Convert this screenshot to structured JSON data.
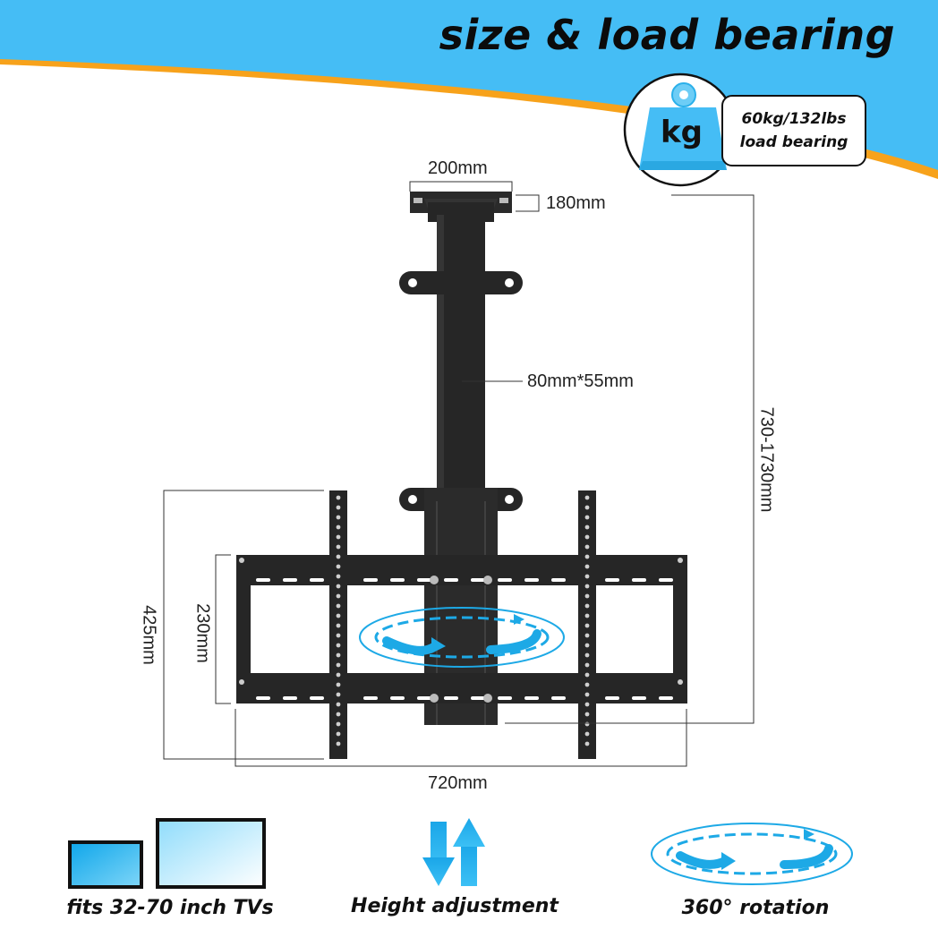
{
  "header": {
    "title": "size & load bearing",
    "load_icon_text": "kg",
    "load_line1": "60kg/132lbs",
    "load_line2": "load bearing"
  },
  "dimensions": {
    "plate_width": "200mm",
    "plate_depth": "180mm",
    "pole_section": "80mm*55mm",
    "height_range": "730-1730mm",
    "bracket_height": "425mm",
    "frame_height": "230mm",
    "frame_width": "720mm"
  },
  "features": [
    {
      "label": "fits 32-70 inch TVs",
      "icon": "tv-size-icon"
    },
    {
      "label": "Height adjustment",
      "icon": "height-arrows-icon"
    },
    {
      "label": "360° rotation",
      "icon": "rotation-icon"
    }
  ],
  "colors": {
    "sky_blue": "#45BDF5",
    "orange_stripe": "#F7A21B",
    "arrow_blue": "#1DA9E6",
    "metal": "#2a2a2a"
  }
}
